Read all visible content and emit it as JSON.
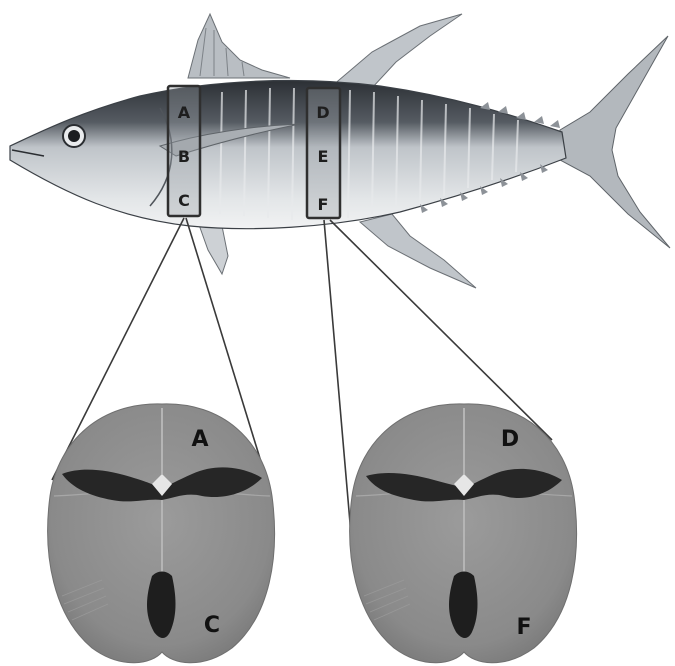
{
  "diagram": {
    "fish": {
      "name_icon": "tuna-illustration",
      "colors": {
        "back": "#2e3238",
        "body": "#c4c8cc",
        "belly": "#e9ebed",
        "fin": "#b7bcc1"
      }
    },
    "sampling_boxes": [
      {
        "labels": [
          "A",
          "B",
          "C"
        ]
      },
      {
        "labels": [
          "D",
          "E",
          "F"
        ]
      }
    ],
    "cross_sections": [
      {
        "top_label": "A",
        "bottom_label": "C"
      },
      {
        "top_label": "D",
        "bottom_label": "F"
      }
    ],
    "colors": {
      "slice": "#8f8f8f",
      "dark_muscle": "#262626",
      "line": "#3a3a3a"
    }
  }
}
